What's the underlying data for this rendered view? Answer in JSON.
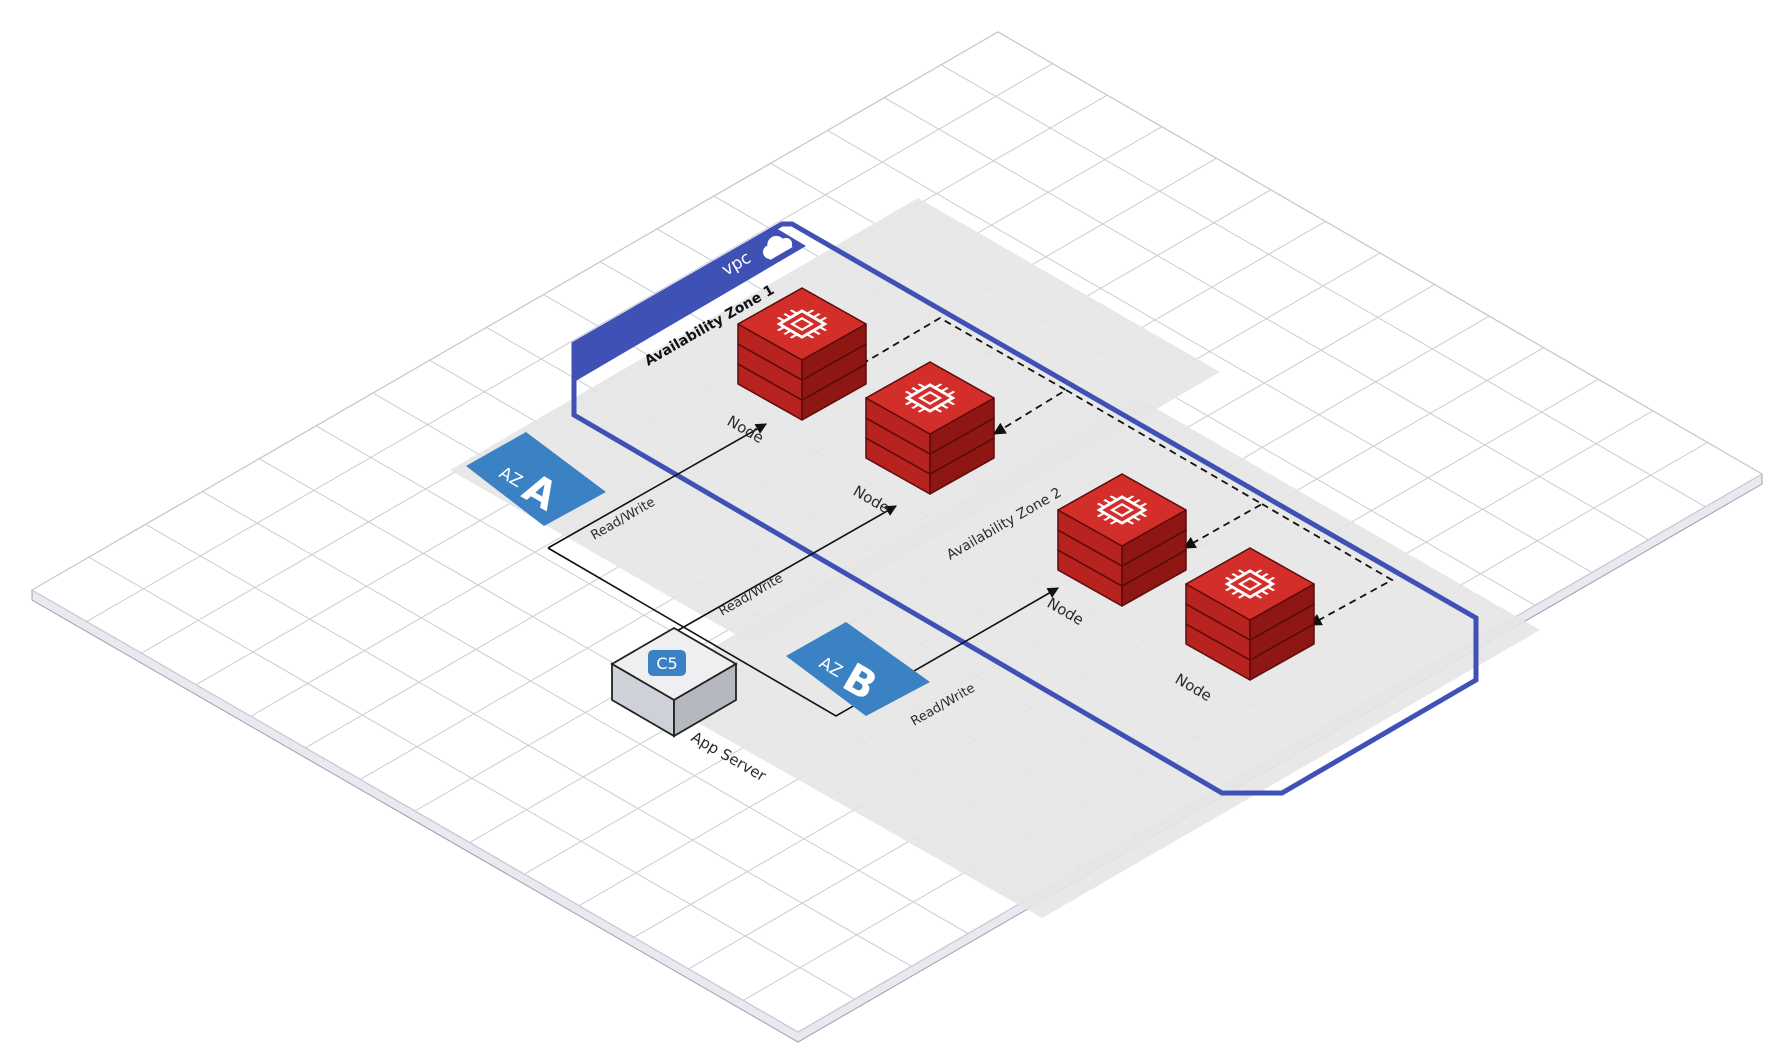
{
  "vpc": {
    "label": "vpc",
    "color": "#3f51b5"
  },
  "zones": [
    {
      "label": "Availability Zone 1"
    },
    {
      "label": "Availability Zone 2"
    }
  ],
  "az_badges": [
    {
      "small": "AZ",
      "big": "A"
    },
    {
      "small": "AZ",
      "big": "B"
    }
  ],
  "nodes": [
    {
      "label": "Node"
    },
    {
      "label": "Node"
    },
    {
      "label": "Node"
    },
    {
      "label": "Node"
    }
  ],
  "app_server": {
    "label": "App Server",
    "instance_type": "C5"
  },
  "connections": [
    {
      "label": "Read/Write"
    },
    {
      "label": "Read/Write"
    },
    {
      "label": "Read/Write"
    }
  ],
  "colors": {
    "node_red": "#d42e2a",
    "badge_blue": "#3b82c4",
    "grid_line": "#c9ccd6",
    "zone_fill": "#e6e6e6"
  },
  "icons": {
    "vpc": "cloud-icon",
    "node": "memory-chip-icon"
  }
}
